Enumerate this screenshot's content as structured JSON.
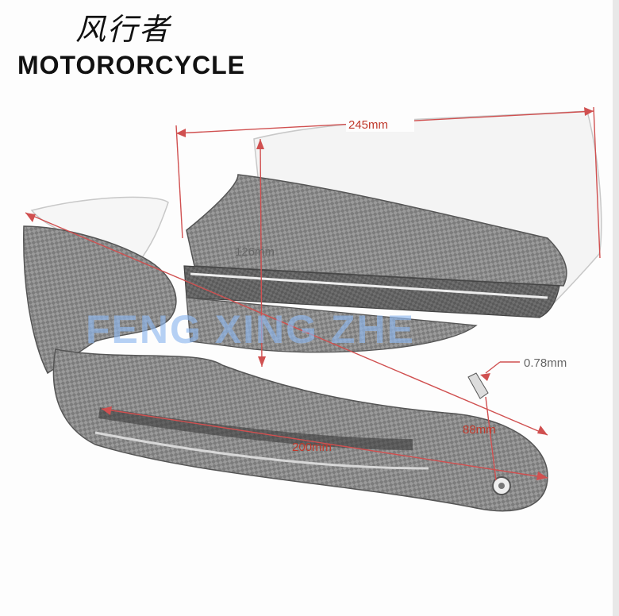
{
  "brand": {
    "chinese_name": "风行者",
    "english_name": "MOTORORCYCLE"
  },
  "watermark": "FENG XING ZHE",
  "dimensions": {
    "length_top": "245mm",
    "height": "126mm",
    "length_bottom": "200mm",
    "width_end": "88mm",
    "thickness": "0.78mm"
  },
  "colors": {
    "dimension_red": "#d05050",
    "watermark_blue": "#8fb8ef",
    "carbon_gray": "#8a8a8a"
  }
}
